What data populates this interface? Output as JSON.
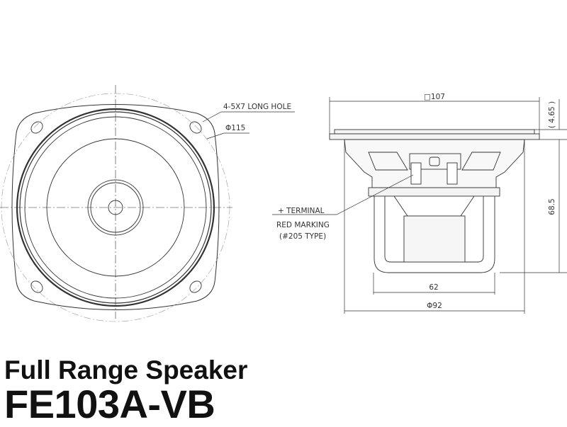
{
  "front_view": {
    "hole_label": "4-5X7 LONG HOLE",
    "pcd_label": "Φ115"
  },
  "side_view": {
    "width_label": "□107",
    "flange_label": "( 4.65 )",
    "depth_label": "68.5",
    "magnet_label": "62",
    "basket_label": "Φ92",
    "terminal_label": "+ TERMINAL",
    "marking_label": "RED MARKING",
    "marking_type": "(#205 TYPE)"
  },
  "title": {
    "subtitle": "Full Range Speaker",
    "model": "FE103A-VB"
  }
}
